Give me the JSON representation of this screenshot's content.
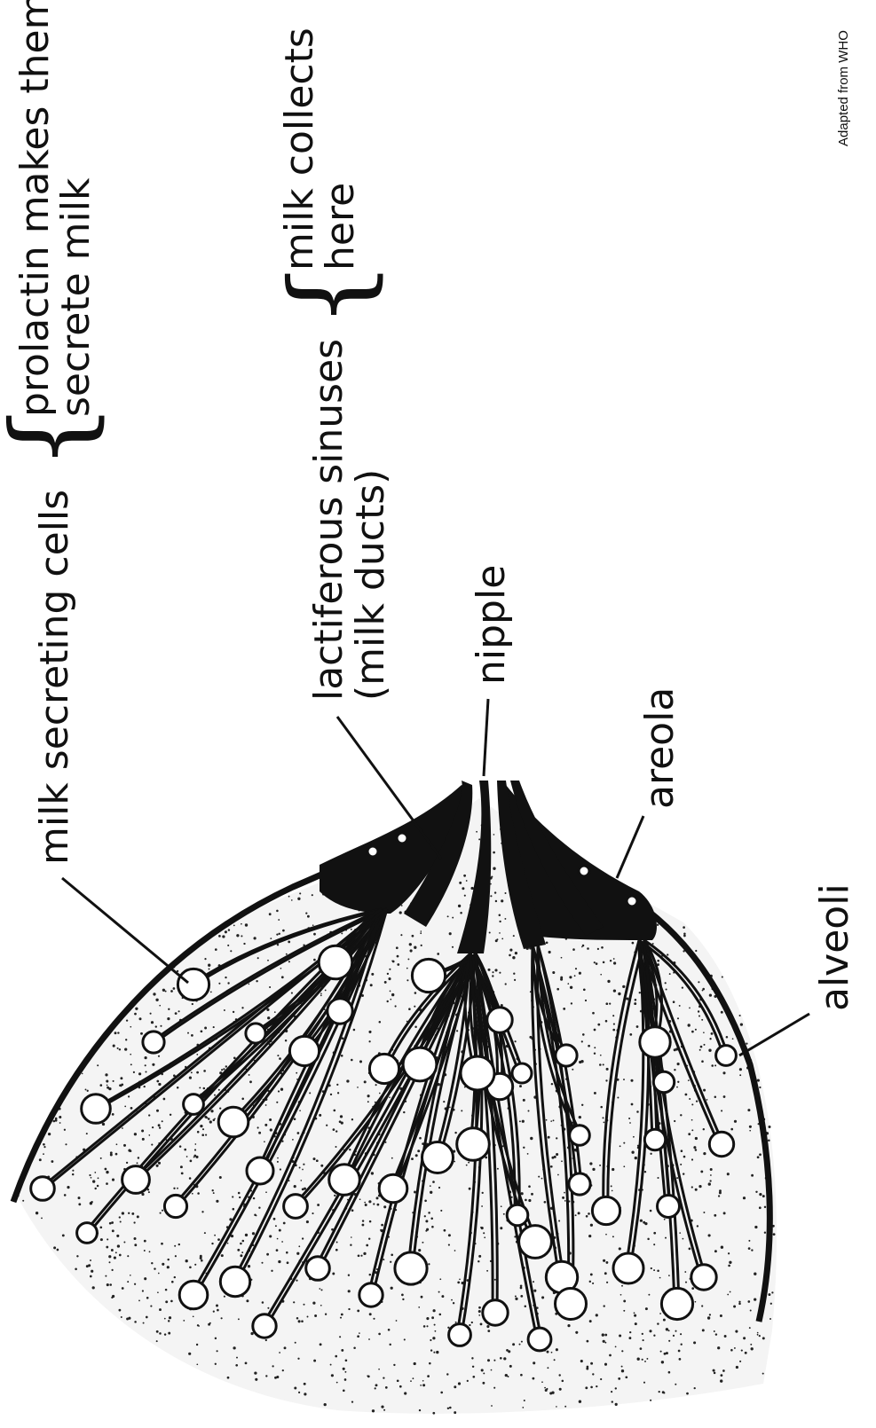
{
  "labels": {
    "milk_secreting_cells": "milk secreting cells",
    "prolactin_line1": "prolactin makes them",
    "prolactin_line2": "secrete milk",
    "lactiferous_line1": "lactiferous sinuses",
    "lactiferous_line2": "(milk ducts)",
    "collects_line1": "milk collects",
    "collects_line2": "here",
    "nipple": "nipple",
    "areola": "areola",
    "alveoli": "alveoli",
    "credit": "Adapted from WHO"
  },
  "colors": {
    "ink": "#111111",
    "background": "#ffffff"
  }
}
